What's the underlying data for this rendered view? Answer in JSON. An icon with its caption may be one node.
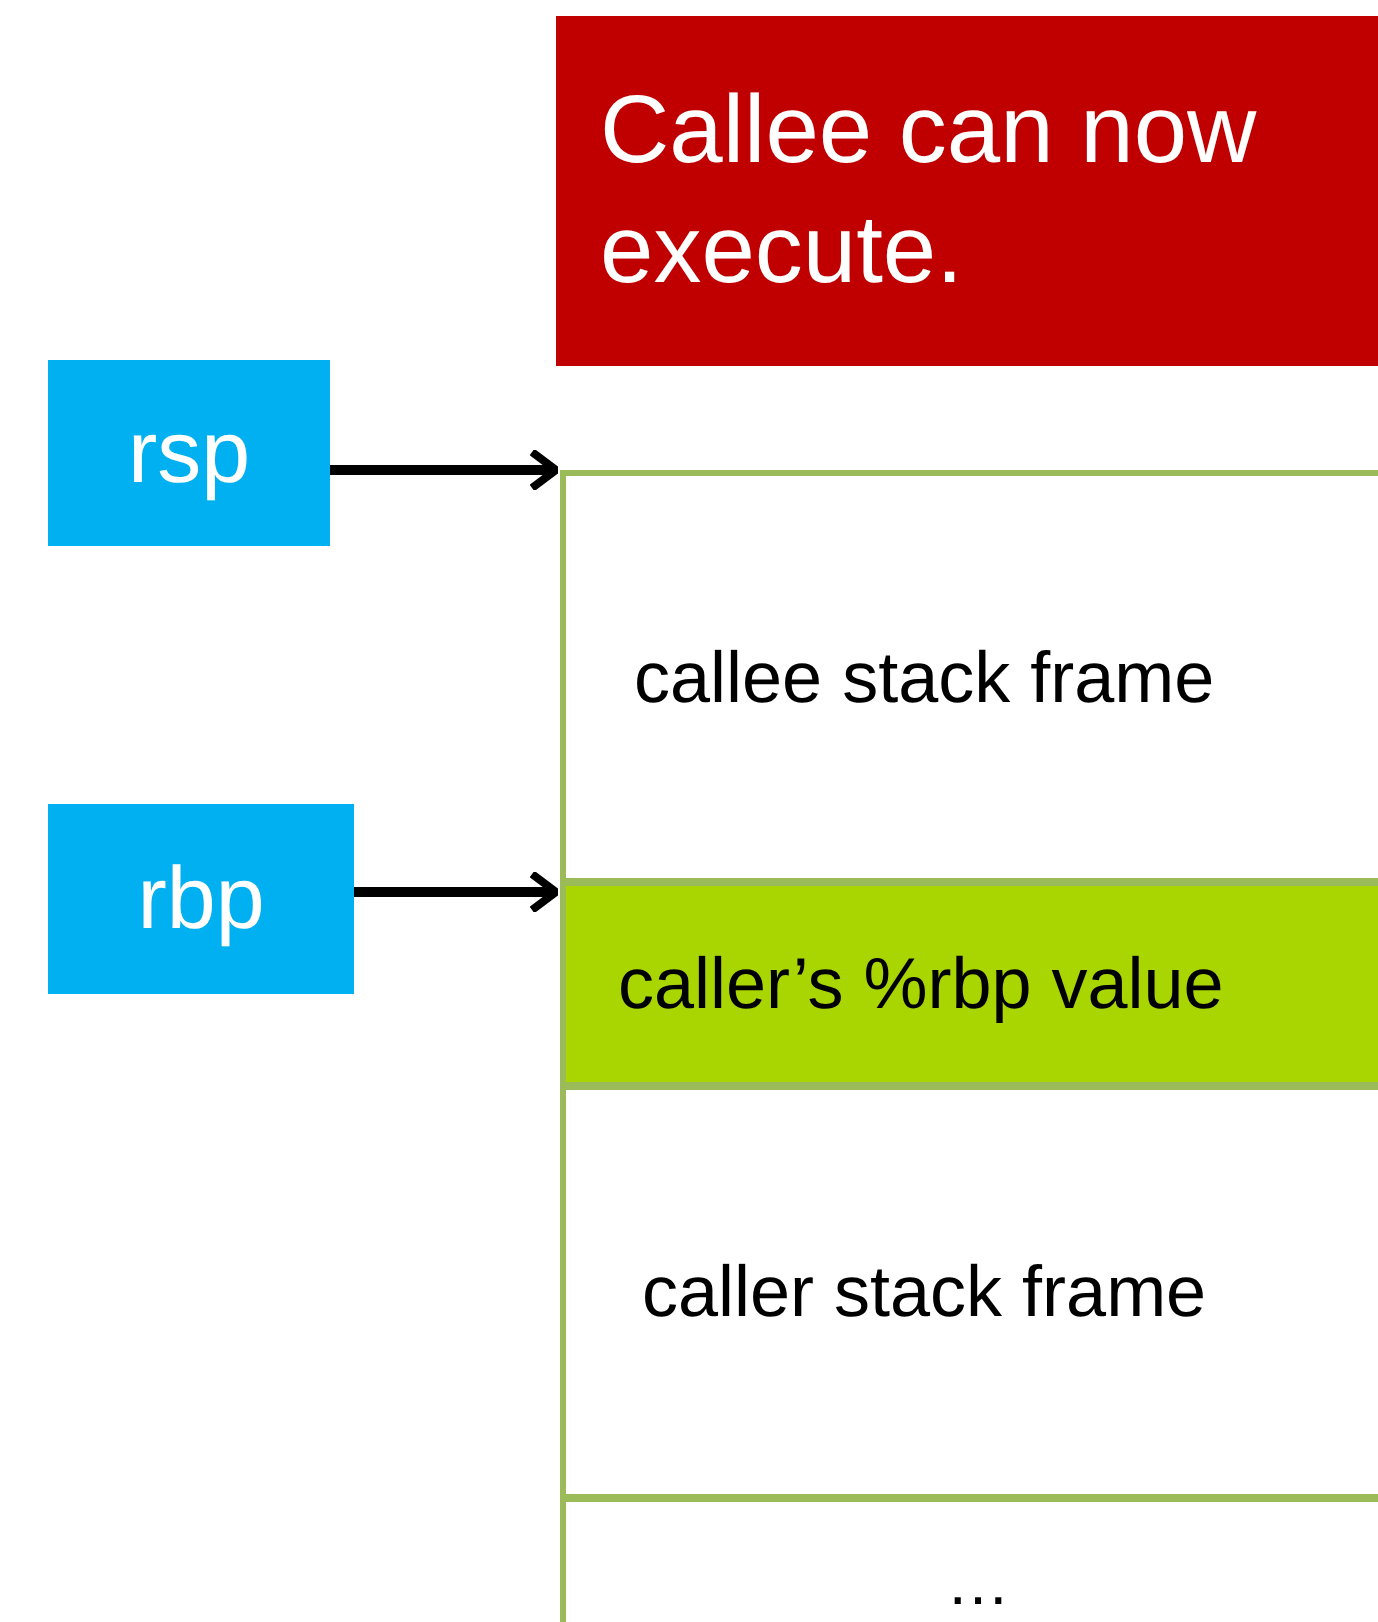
{
  "diagram": {
    "nodes": [
      {
        "text": [
          "Callee can now execute."
        ]
      },
      {
        "text": [
          "rsp"
        ]
      },
      {
        "text": [
          "rbp"
        ]
      },
      {
        "text": [
          "callee stack frame"
        ]
      },
      {
        "text": [
          "caller’s %rbp value"
        ]
      },
      {
        "text": [
          "caller stack frame"
        ]
      },
      {
        "text": [
          "…"
        ]
      }
    ],
    "edges": [
      {
        "from": 1,
        "to": 3,
        "arrow": "to"
      },
      {
        "from": 2,
        "to": 4,
        "arrow": "to"
      }
    ]
  }
}
